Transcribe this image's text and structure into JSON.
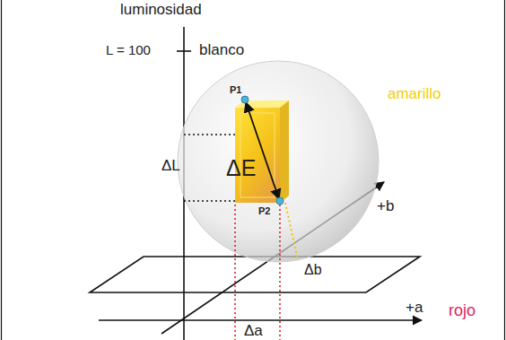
{
  "diagram": {
    "labels": [
      "luminosidad",
      "L = 100",
      "blanco",
      "P1",
      "P2",
      "ΔL",
      "ΔE",
      "amarillo",
      "+b",
      "Δb",
      "rojo",
      "+a",
      "Δa"
    ]
  }
}
